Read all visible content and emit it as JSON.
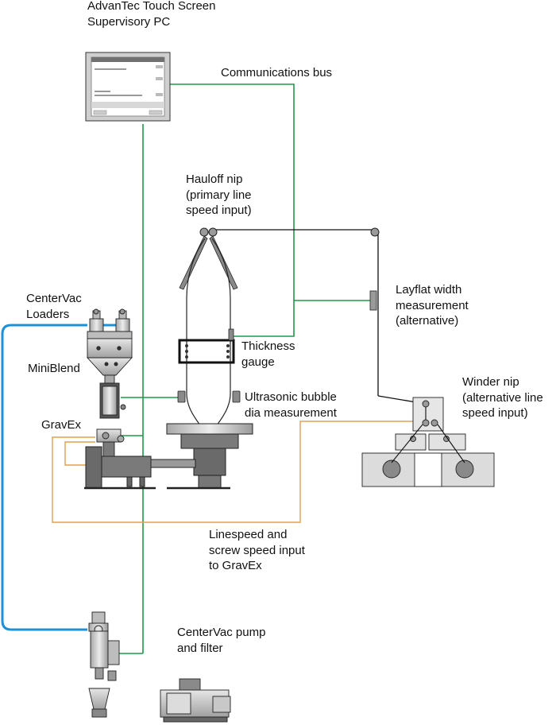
{
  "colors": {
    "bus_green": "#1e9a4a",
    "vacuum_blue": "#1e90d8",
    "signal_orange": "#e0a050",
    "equipment_gray": "#d2d2d2",
    "equipment_dark": "#6a6a6a",
    "outline": "#222222",
    "film_line": "#111111"
  },
  "labels": {
    "supervisory_pc": "AdvanTec Touch Screen\nSupervisory PC",
    "communications_bus": "Communications bus",
    "hauloff_nip": "Hauloff nip\n(primary line\nspeed input)",
    "centervac_loaders": "CenterVac\nLoaders",
    "layflat_width": "Layflat width\nmeasurement\n(alternative)",
    "thickness_gauge": "Thickness\ngauge",
    "miniblend": "MiniBlend",
    "winder_nip": "Winder nip\n(alternative line\nspeed input)",
    "ultrasonic": "Ultrasonic bubble\ndia measurement",
    "gravex": "GravEx",
    "linespeed_input": "Linespeed and\nscrew speed input\nto GravEx",
    "centervac_pump": "CenterVac pump\nand filter"
  },
  "icons": {
    "pc": "touch-screen-monitor-icon",
    "loader": "vacuum-loader-icon",
    "blender": "gravimetric-blender-icon",
    "extruder": "extruder-icon",
    "die": "blown-film-die-icon",
    "bubble": "film-bubble-icon",
    "gauge": "thickness-gauge-icon",
    "sensor": "ultrasonic-sensor-icon",
    "winder": "winder-icon",
    "pump": "vacuum-pump-icon",
    "filter": "vacuum-filter-receiver-icon"
  }
}
